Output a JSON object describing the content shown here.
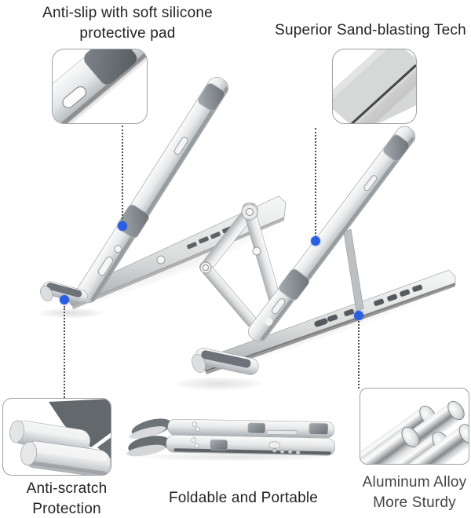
{
  "page": {
    "background": "#ffffff",
    "type": "product-feature-diagram",
    "product": "foldable aluminum laptop stand"
  },
  "colors": {
    "indicator_blue": "#2a5fdf",
    "leader_line": "#4d4d4d",
    "callout_border": "#9aa0a6",
    "metal_light": "#f6f7f7",
    "metal_mid": "#c9cdd0",
    "metal_dark": "#9aa0a5",
    "silicone_pad_gray": "#6e7378",
    "label_text": "#232323"
  },
  "features": {
    "anti_slip": {
      "line1": "Anti-slip with soft silicone",
      "line2": "protective pad"
    },
    "sand_blasting": {
      "line1": "Superior Sand-blasting Tech"
    },
    "anti_scratch": {
      "line1": "Anti-scratch",
      "line2": "Protection"
    },
    "foldable": {
      "line1": "Foldable and Portable"
    },
    "aluminum_alloy": {
      "line1": "Aluminum Alloy",
      "line2": "More Sturdy"
    }
  },
  "callouts": {
    "anti_slip": {
      "image": "silicone-pad-closeup"
    },
    "sand_blasting": {
      "image": "sandblasted-surface-closeup"
    },
    "anti_scratch": {
      "image": "stand-feet-closeup"
    },
    "foldable": {
      "image": "folded-stand-photo"
    },
    "aluminum_alloy": {
      "image": "aluminum-rods-closeup"
    }
  }
}
